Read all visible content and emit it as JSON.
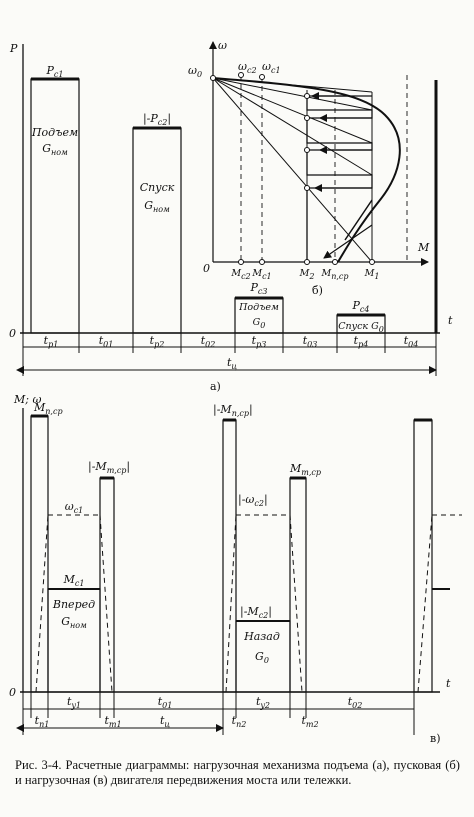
{
  "figure": {
    "diagram_a": {
      "axis_y": "P",
      "axis_x": "t",
      "origin": "0",
      "panel_label": "а)",
      "blocks": [
        {
          "peak": "P",
          "peak_sub": "c1",
          "text1": "Подъем",
          "text2": "G",
          "text2_sub": "ном"
        },
        {
          "peak": "|-P",
          "peak_sub": "c2",
          "peak_end": "|",
          "text1": "Спуск",
          "text2": "G",
          "text2_sub": "ном"
        },
        {
          "peak": "P",
          "peak_sub": "c3",
          "text1": "Подъем",
          "text2": "G",
          "text2_sub": "0"
        },
        {
          "peak": "P",
          "peak_sub": "c4",
          "text1": "Спуск G",
          "text1_sub": "0"
        }
      ],
      "intervals": [
        {
          "m": "t",
          "s": "p1"
        },
        {
          "m": "t",
          "s": "01"
        },
        {
          "m": "t",
          "s": "p2"
        },
        {
          "m": "t",
          "s": "02"
        },
        {
          "m": "t",
          "s": "p3"
        },
        {
          "m": "t",
          "s": "03"
        },
        {
          "m": "t",
          "s": "p4"
        },
        {
          "m": "t",
          "s": "04"
        }
      ],
      "cycle": {
        "m": "t",
        "s": "ц"
      }
    },
    "diagram_b": {
      "axis_y": "ω",
      "axis_x": "M",
      "origin": "0",
      "panel_label": "б)",
      "omega0": {
        "m": "ω",
        "s": "0"
      },
      "top_marks": [
        {
          "m": "ω",
          "s": "c2"
        },
        {
          "m": "ω",
          "s": "c1"
        }
      ],
      "bottom_marks": [
        {
          "m": "M",
          "s": "c2"
        },
        {
          "m": "M",
          "s": "c1"
        },
        {
          "m": "M",
          "s": "2"
        },
        {
          "m": "M",
          "s": "п,ср"
        },
        {
          "m": "M",
          "s": "1"
        }
      ]
    },
    "diagram_c": {
      "axis_y": "M; ω",
      "axis_x": "t",
      "origin": "0",
      "panel_label": "в)",
      "labels": {
        "m_start1": {
          "m": "M",
          "s": "п,ср"
        },
        "m_brake1": {
          "m": "|-M",
          "s": "т,ср",
          "e": "|"
        },
        "m_start2": {
          "m": "|-M",
          "s": "п,ср",
          "e": "|"
        },
        "m_brake2": {
          "m": "M",
          "s": "т,ср"
        },
        "omega1": {
          "m": "ω",
          "s": "c1"
        },
        "omega2": {
          "m": "|-ω",
          "s": "c2",
          "e": "|"
        },
        "mc1": {
          "m": "M",
          "s": "c1"
        },
        "mc2": {
          "m": "|-M",
          "s": "c2",
          "e": "|"
        },
        "dir1_line1": "Вперед",
        "dir1_line2": {
          "m": "G",
          "s": "ном"
        },
        "dir2_line1": "Назад",
        "dir2_line2": {
          "m": "G",
          "s": "0"
        }
      },
      "intervals_top": [
        {
          "m": "t",
          "s": "y1"
        },
        {
          "m": "t",
          "s": "01"
        },
        {
          "m": "t",
          "s": "y2"
        },
        {
          "m": "t",
          "s": "02"
        }
      ],
      "intervals_bottom": [
        {
          "m": "t",
          "s": "п1"
        },
        {
          "m": "t",
          "s": "т1"
        },
        {
          "m": "t",
          "s": "ц"
        },
        {
          "m": "t",
          "s": "п2"
        },
        {
          "m": "t",
          "s": "т2"
        }
      ]
    }
  },
  "caption": "Рис. 3-4. Расчетные диаграммы: нагрузочная механизма подъема (а), пусковая (б) и нагрузочная (в) двигателя передвижения моста или тележки."
}
